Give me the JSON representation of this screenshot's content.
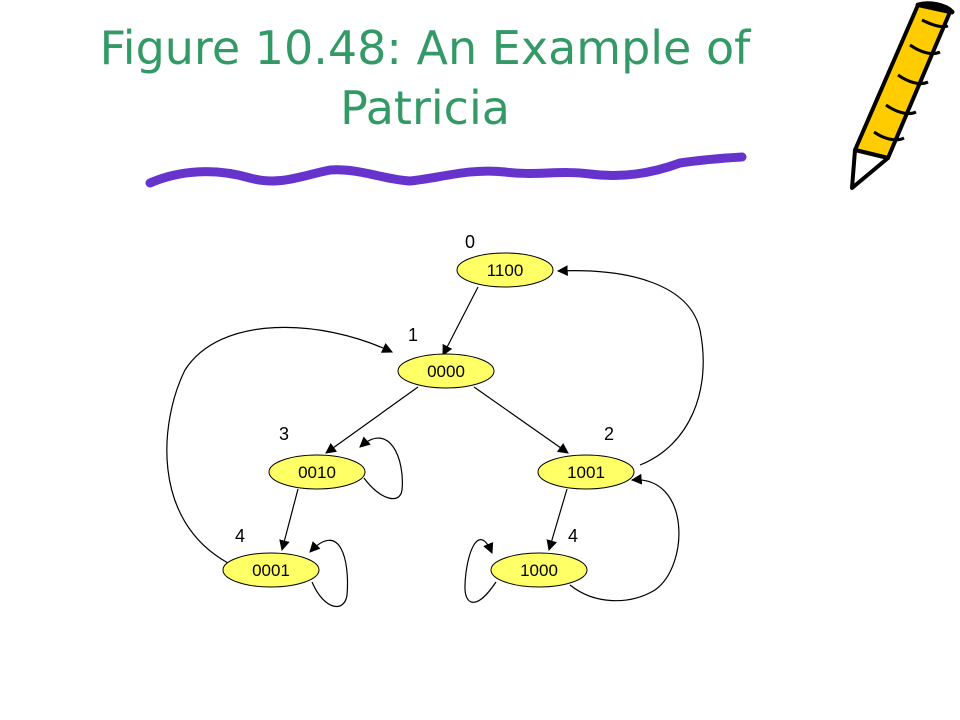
{
  "title": {
    "line1": "Figure 10.48: An Example of",
    "line2": "Patricia"
  },
  "colors": {
    "title": "#339966",
    "node_fill": "#ffff66",
    "underline": "#6633cc",
    "pencil_body": "#ffcc00"
  },
  "nodes": [
    {
      "id": "n1100",
      "key": "1100",
      "bit": "0"
    },
    {
      "id": "n0000",
      "key": "0000",
      "bit": "1"
    },
    {
      "id": "n0010",
      "key": "0010",
      "bit": "3"
    },
    {
      "id": "n1001",
      "key": "1001",
      "bit": "2"
    },
    {
      "id": "n0001",
      "key": "0001",
      "bit": "4"
    },
    {
      "id": "n1000",
      "key": "1000",
      "bit": "4"
    }
  ],
  "icons": [
    "pencil-icon"
  ]
}
